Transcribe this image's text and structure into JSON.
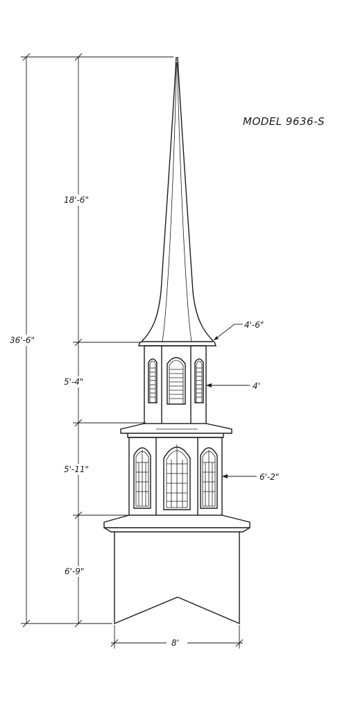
{
  "title": "MODEL 9636-S",
  "dimensions": {
    "overall_height": "36'-6\"",
    "spire_height": "18'-6\"",
    "belfry_height": "5'-4\"",
    "lantern_height": "5'-11\"",
    "base_height": "6'-9\"",
    "base_width": "8'",
    "spire_base_width": "4'-6\"",
    "belfry_width": "4'",
    "lantern_width": "6'-2\""
  }
}
